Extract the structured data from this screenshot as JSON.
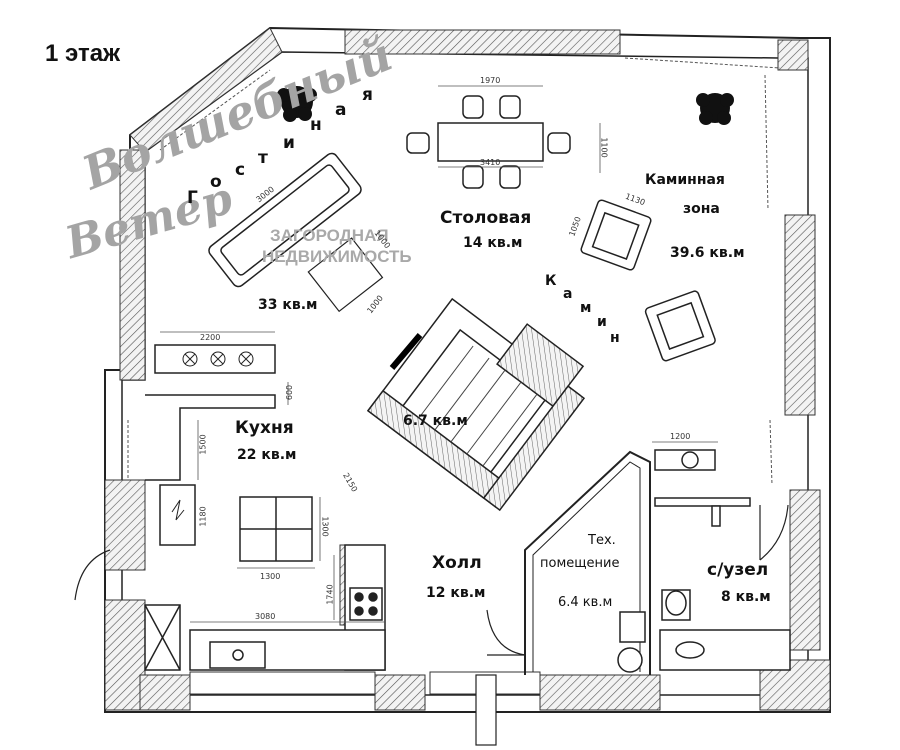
{
  "floor_title": "1 этаж",
  "watermark": {
    "script_top": "Волшебный",
    "script_bottom": "Ветер",
    "line1": "ЗАГОРОДНАЯ",
    "line2": "НЕДВИЖИМОСТЬ"
  },
  "rooms": {
    "living": {
      "letters": [
        "Г",
        "о",
        "с",
        "т",
        "и",
        "н",
        "а",
        "я"
      ],
      "area": "33 кв.м"
    },
    "dining": {
      "name": "Столовая",
      "area": "14 кв.м"
    },
    "fireplace_zone": {
      "name_line1": "Каминная",
      "name_line2": "зона",
      "area": "39.6 кв.м"
    },
    "fireplace": {
      "letters": [
        "К",
        "а",
        "м",
        "и",
        "н"
      ]
    },
    "stairs": {
      "area": "6.7 кв.м"
    },
    "kitchen": {
      "name": "Кухня",
      "area": "22 кв.м"
    },
    "hall": {
      "name": "Холл",
      "area": "12 кв.м"
    },
    "tech": {
      "name_line1": "Тех.",
      "name_line2": "помещение",
      "area": "6.4 кв.м"
    },
    "bathroom": {
      "name": "с/узел",
      "area": "8 кв.м"
    }
  },
  "dimensions": {
    "table_width": "1970",
    "table_length": "3410",
    "table_depth": "1100",
    "armchair_width": "1130",
    "armchair_depth": "1050",
    "sofa_length": "3000",
    "coffee_table_a": "1000",
    "coffee_table_b": "1000",
    "hood_width": "2200",
    "hood_depth": "600",
    "counter_a": "1500",
    "counter_b": "1180",
    "kitchen_table_width": "1300",
    "kitchen_table_depth": "1300",
    "stove_unit": "1740",
    "bottom_counter": "3080",
    "stairs_length": "2150",
    "bath_width": "1200"
  }
}
